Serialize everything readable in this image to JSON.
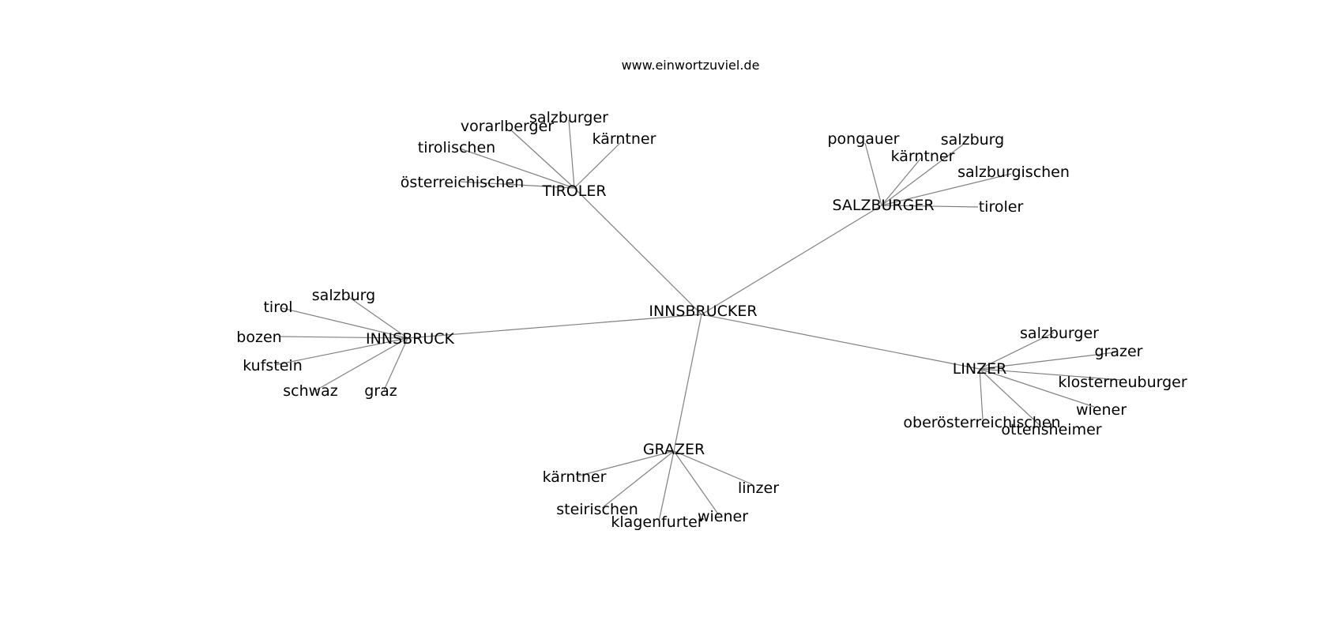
{
  "title": "www.einwortzuviel.de",
  "root": "INNSBRUCKER",
  "clusters": [
    {
      "hub": "TIROLER",
      "leaves": [
        "vorarlberger",
        "salzburger",
        "kärntner",
        "tirolischen",
        "österreichischen"
      ]
    },
    {
      "hub": "SALZBURGER",
      "leaves": [
        "pongauer",
        "salzburg",
        "kärntner",
        "salzburgischen",
        "tiroler"
      ]
    },
    {
      "hub": "INNSBRUCK",
      "leaves": [
        "tirol",
        "salzburg",
        "bozen",
        "kufstein",
        "schwaz",
        "graz"
      ]
    },
    {
      "hub": "LINZER",
      "leaves": [
        "salzburger",
        "grazer",
        "klosterneuburger",
        "wiener",
        "oberösterreichischen",
        "ottensheimer"
      ]
    },
    {
      "hub": "GRAZER",
      "leaves": [
        "kärntner",
        "steirischen",
        "klagenfurter",
        "wiener",
        "linzer"
      ]
    }
  ]
}
